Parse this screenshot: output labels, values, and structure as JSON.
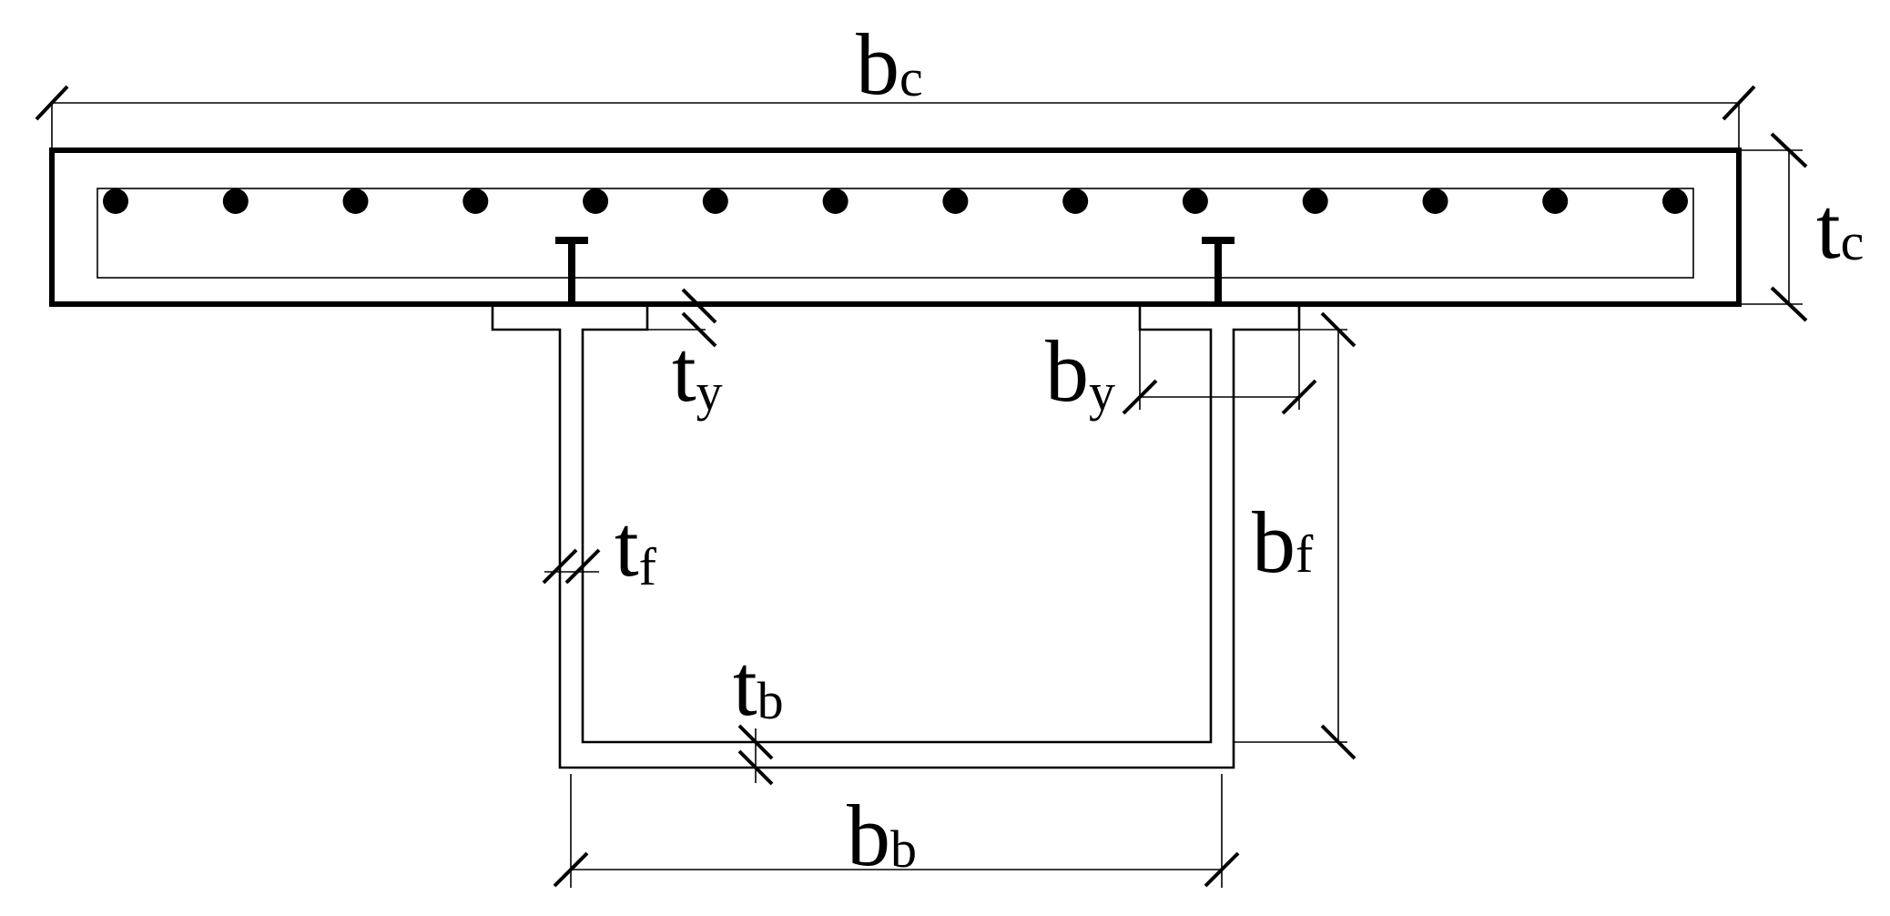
{
  "labels": {
    "bc": {
      "main": "b",
      "sub": "c"
    },
    "tc": {
      "main": "t",
      "sub": "c"
    },
    "ty": {
      "main": "t",
      "sub": "y"
    },
    "by": {
      "main": "b",
      "sub": "y"
    },
    "tf": {
      "main": "t",
      "sub": "f"
    },
    "bf": {
      "main": "b",
      "sub": "f"
    },
    "tb": {
      "main": "t",
      "sub": "b"
    },
    "bb": {
      "main": "b",
      "sub": "b"
    }
  },
  "rebar_count": 14,
  "stud_count": 2,
  "colors": {
    "line": "#000000",
    "background": "#ffffff"
  }
}
